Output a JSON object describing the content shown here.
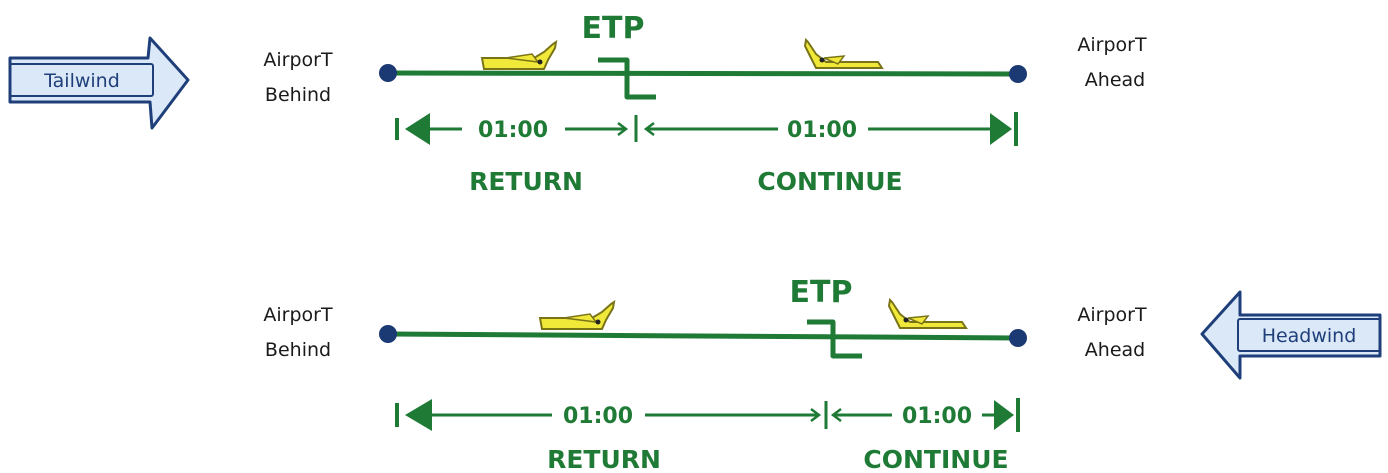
{
  "colors": {
    "route_line": "#1e7a35",
    "airport_dot": "#1b3a73",
    "wind_arrow_fill": "#dbe8f7",
    "wind_arrow_stroke": "#1f3f7a",
    "plane_body": "#f1e93a",
    "plane_outline": "#7a7418"
  },
  "icons": {
    "plane": "airplane-icon",
    "etp_marker": "zigzag-etp-icon",
    "wind": "wind-arrow-icon"
  },
  "panels": [
    {
      "wind_label": "Tailwind",
      "wind_direction": "right",
      "airport_behind": [
        "AirporT",
        "Behind"
      ],
      "airport_ahead": [
        "AirporT",
        "Ahead"
      ],
      "etp_label": "ETP",
      "return_time": "01:00",
      "continue_time": "01:00",
      "return_label": "RETURN",
      "continue_label": "CONTINUE"
    },
    {
      "wind_label": "Headwind",
      "wind_direction": "left",
      "airport_behind": [
        "AirporT",
        "Behind"
      ],
      "airport_ahead": [
        "AirporT",
        "Ahead"
      ],
      "etp_label": "ETP",
      "return_time": "01:00",
      "continue_time": "01:00",
      "return_label": "RETURN",
      "continue_label": "CONTINUE"
    }
  ]
}
